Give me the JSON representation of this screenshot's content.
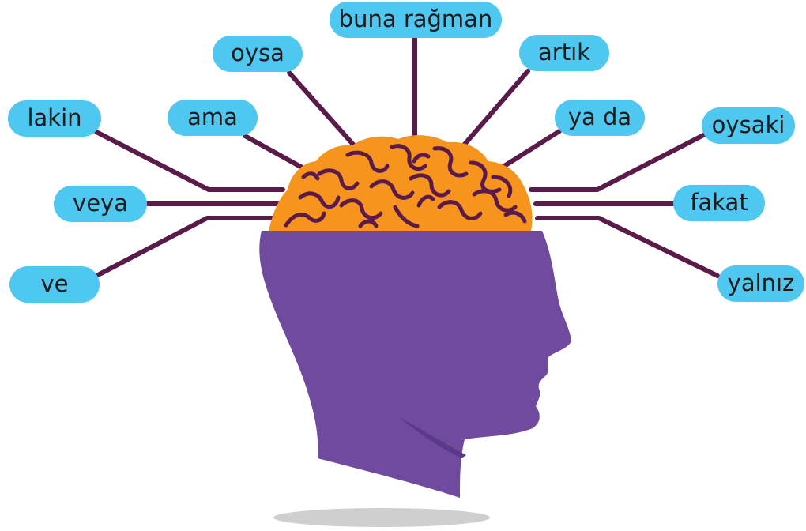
{
  "colors": {
    "pill": "#4ec7f1",
    "pill_text": "#1b1b1b",
    "connector": "#5a1a4a",
    "head": "#6f4a9e",
    "head_shadow": "#5b3a8a",
    "brain": "#f7941d",
    "brain_folds": "#5a1a4a",
    "ground_shadow": "#cfcfcf"
  },
  "icons": {
    "head": "head-silhouette-icon",
    "brain": "brain-icon"
  },
  "words": {
    "buna_ragman": "buna rağman",
    "oysa": "oysa",
    "artik": "artık",
    "lakin": "lakin",
    "ama": "ama",
    "ya_da": "ya da",
    "oysaki": "oysaki",
    "veya": "veya",
    "fakat": "fakat",
    "ve": "ve",
    "yalniz": "yalnız"
  }
}
